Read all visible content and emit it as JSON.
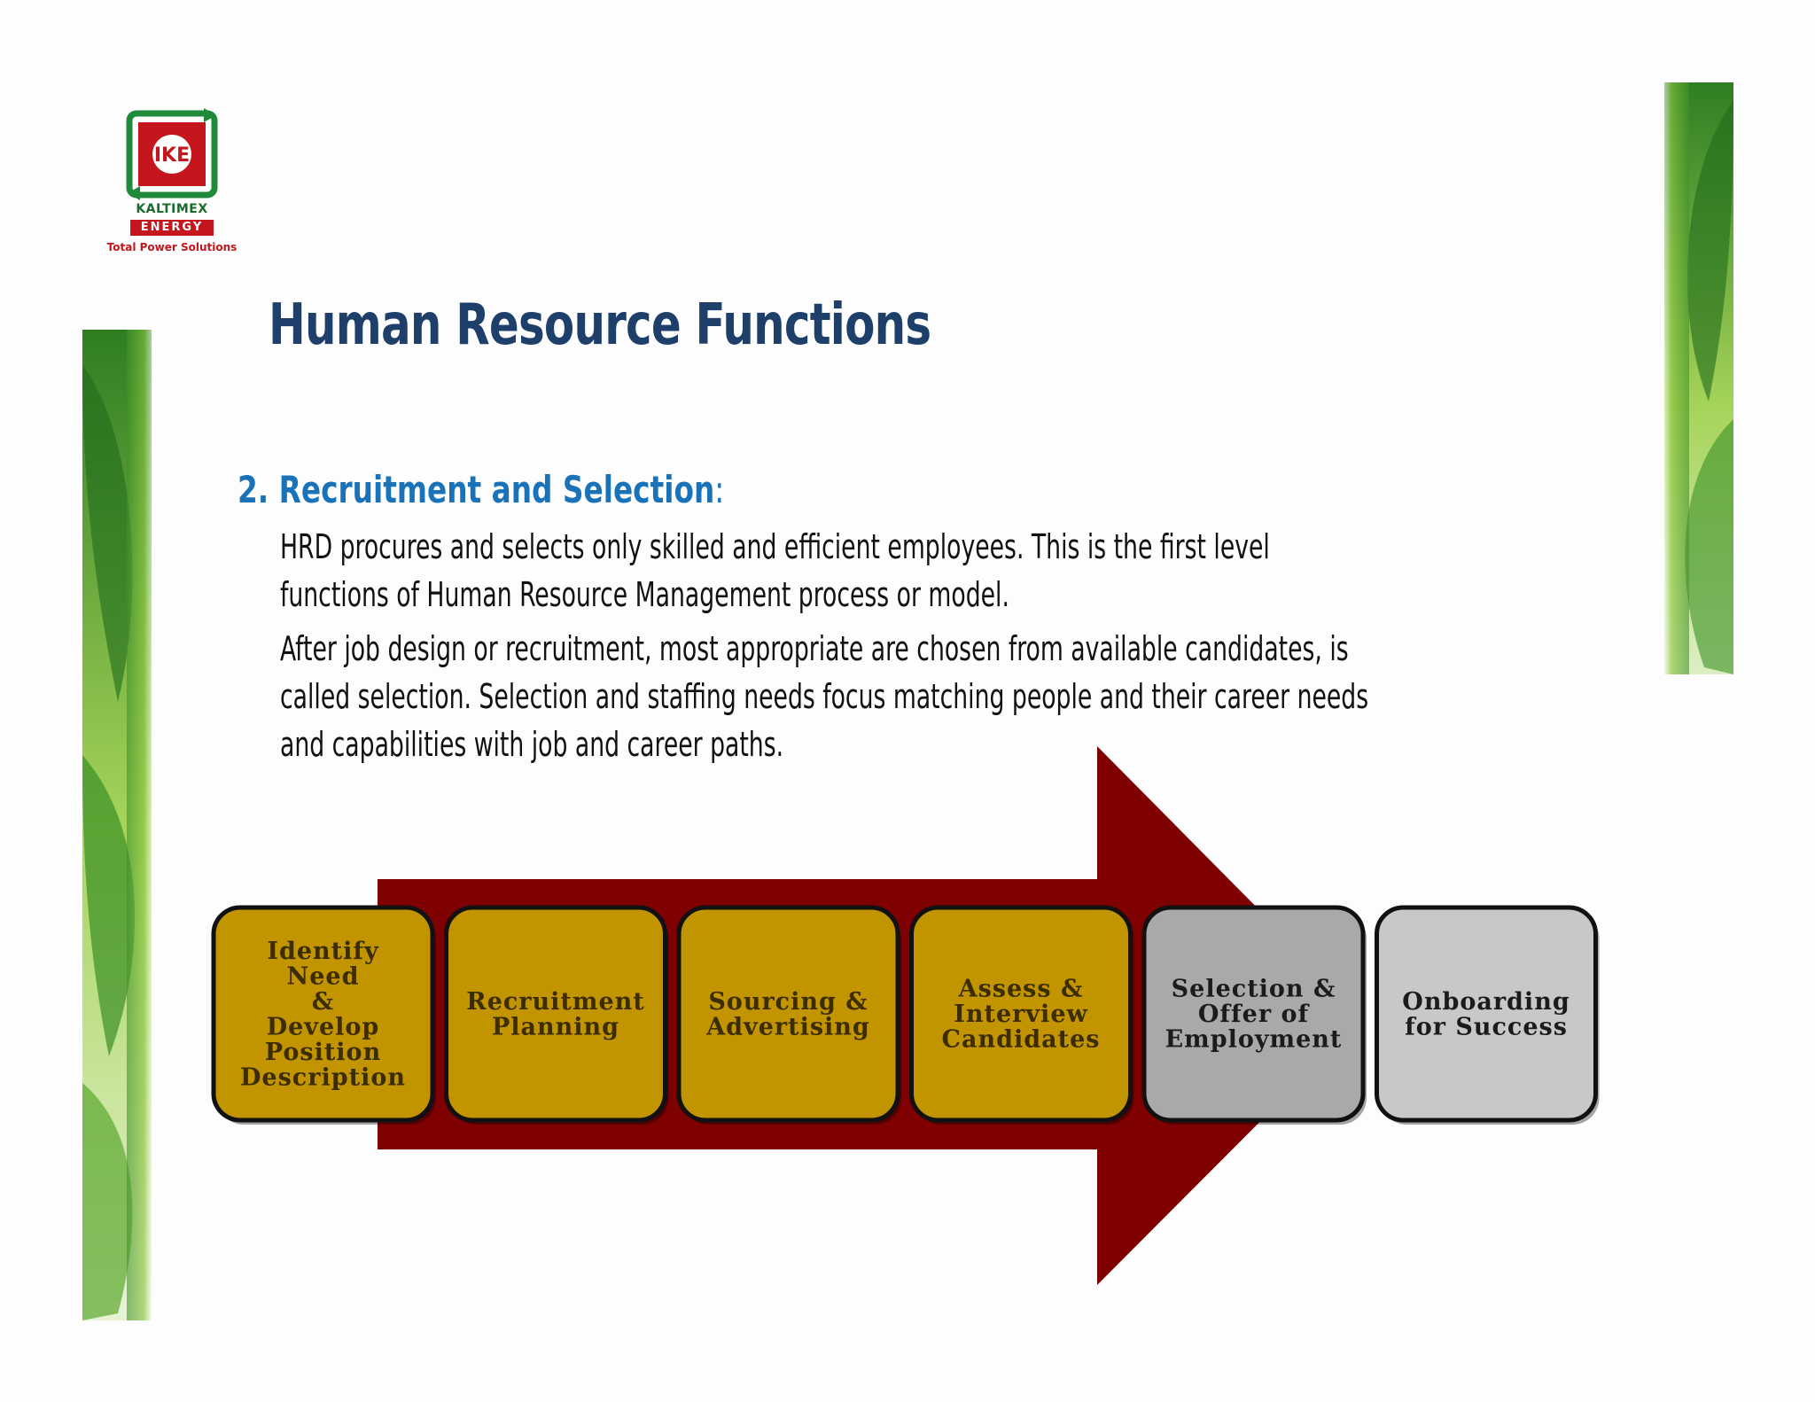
{
  "logo": {
    "brand_name": "KALTIMEX",
    "brand_sub": "ENERGY",
    "tagline": "Total Power Solutions"
  },
  "title": "Human Resource Functions",
  "section": {
    "heading": "2. Recruitment and Selection",
    "heading_suffix": ":",
    "paragraph_1": "HRD  procures and selects only skilled and efficient employees. This is the first level\nfunctions of Human Resource   Management process or model.",
    "paragraph_2": "After job design or recruitment, most appropriate are chosen from available candidates, is\ncalled selection. Selection and staffing needs focus matching people and their career needs\nand capabilities with job and career paths."
  },
  "process": {
    "arrow_color": "#7f0000",
    "steps": [
      {
        "lines": [
          "Identify",
          "Need",
          "&",
          "Develop",
          "Position",
          "Description"
        ],
        "fill": "#c29400",
        "text_color": "#3b2d00"
      },
      {
        "lines": [
          "Recruitment",
          "Planning"
        ],
        "fill": "#c29400",
        "text_color": "#3b2d00"
      },
      {
        "lines": [
          "Sourcing &",
          "Advertising"
        ],
        "fill": "#c29400",
        "text_color": "#3b2d00"
      },
      {
        "lines": [
          "Assess &",
          "Interview",
          "Candidates"
        ],
        "fill": "#c29400",
        "text_color": "#3b2d00"
      },
      {
        "lines": [
          "Selection &",
          "Offer of",
          "Employment"
        ],
        "fill": "#a9a9ab",
        "text_color": "#1b1b1b"
      },
      {
        "lines": [
          "Onboarding",
          "for Success"
        ],
        "fill": "#c8c8ca",
        "text_color": "#1b1b1b"
      }
    ]
  }
}
